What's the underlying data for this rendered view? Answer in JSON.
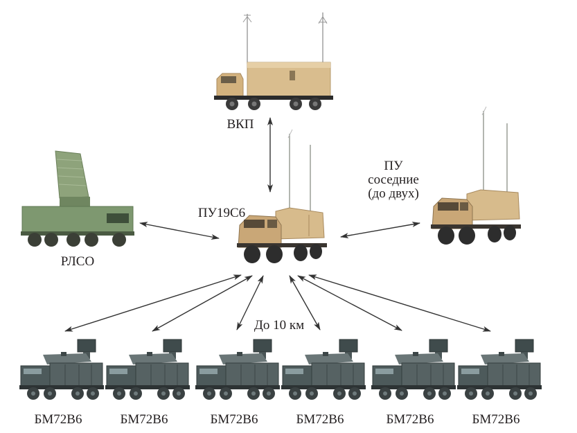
{
  "diagram": {
    "nodes": {
      "vkp": {
        "label": "ВКП"
      },
      "pu_main": {
        "label": "ПУ19С6"
      },
      "pu_neighbors": {
        "line1": "ПУ",
        "line2": "соседние",
        "line3": "(до двух)"
      },
      "rlso": {
        "label": "РЛСО"
      },
      "bm": [
        {
          "label": "БМ72В6"
        },
        {
          "label": "БМ72В6"
        },
        {
          "label": "БМ72В6"
        },
        {
          "label": "БМ72В6"
        },
        {
          "label": "БМ72В6"
        },
        {
          "label": "БМ72В6"
        }
      ]
    },
    "range_label": "До 10 км",
    "colors": {
      "khaki": "#d8b98a",
      "khaki_dark": "#a88a5e",
      "radar_green": "#7f9a6c",
      "bm_gray": "#4f5b5c",
      "arrow": "#333333"
    }
  }
}
